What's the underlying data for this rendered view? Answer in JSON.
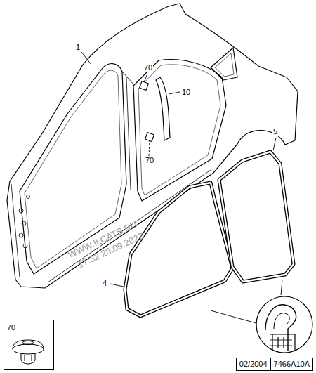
{
  "diagram": {
    "nodes": [
      {
        "text": [
          "70"
        ]
      },
      {
        "text": [
          "02/2004",
          "7466A10A"
        ]
      }
    ],
    "labels": [
      "1",
      "70",
      "10",
      "70",
      "5",
      "4",
      "WWW.ILCATS.RU",
      "17:32 28.09.2022"
    ]
  }
}
